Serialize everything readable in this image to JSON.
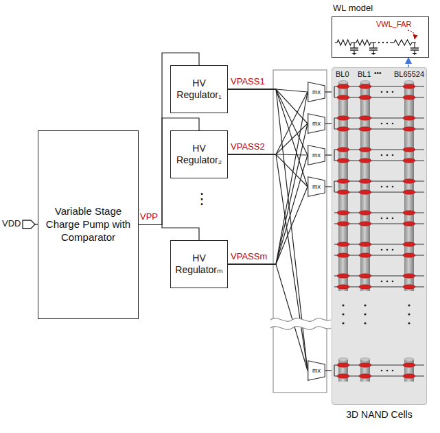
{
  "diagram": {
    "nodes": [
      {
        "text": [
          "Variable Stage Charge Pump with Comparator"
        ]
      },
      {
        "text": [
          "HV Regulator₁"
        ]
      },
      {
        "text": [
          "HV Regulator₂"
        ]
      },
      {
        "text": [
          "HV Regulatorₘ"
        ]
      },
      {
        "text": [
          "mx"
        ]
      },
      {
        "text": [
          "mx"
        ]
      },
      {
        "text": [
          "mx"
        ]
      },
      {
        "text": [
          "mx"
        ]
      },
      {
        "text": [
          "mx"
        ]
      },
      {
        "text": [
          "WL model"
        ]
      },
      {
        "text": [
          "3D NAND Cells"
        ]
      }
    ],
    "edges": [
      {
        "from": 0,
        "to": 1,
        "arrow": "none"
      },
      {
        "from": 0,
        "to": 2,
        "arrow": "none"
      },
      {
        "from": 0,
        "to": 3,
        "arrow": "none"
      },
      {
        "from": 1,
        "to": 4,
        "arrow": "none"
      },
      {
        "from": 1,
        "to": 5,
        "arrow": "none"
      },
      {
        "from": 1,
        "to": 6,
        "arrow": "none"
      },
      {
        "from": 1,
        "to": 7,
        "arrow": "none"
      },
      {
        "from": 1,
        "to": 8,
        "arrow": "none"
      },
      {
        "from": 2,
        "to": 4,
        "arrow": "none"
      },
      {
        "from": 2,
        "to": 5,
        "arrow": "none"
      },
      {
        "from": 2,
        "to": 6,
        "arrow": "none"
      },
      {
        "from": 2,
        "to": 7,
        "arrow": "none"
      },
      {
        "from": 2,
        "to": 8,
        "arrow": "none"
      },
      {
        "from": 3,
        "to": 4,
        "arrow": "none"
      },
      {
        "from": 3,
        "to": 5,
        "arrow": "none"
      },
      {
        "from": 3,
        "to": 6,
        "arrow": "none"
      },
      {
        "from": 3,
        "to": 7,
        "arrow": "none"
      },
      {
        "from": 3,
        "to": 8,
        "arrow": "none"
      },
      {
        "from": 4,
        "to": 10,
        "arrow": "none"
      },
      {
        "from": 5,
        "to": 10,
        "arrow": "none"
      },
      {
        "from": 6,
        "to": 10,
        "arrow": "none"
      },
      {
        "from": 7,
        "to": 10,
        "arrow": "none"
      },
      {
        "from": 8,
        "to": 10,
        "arrow": "none"
      },
      {
        "from": 10,
        "to": 9,
        "arrow": "to"
      }
    ],
    "labels": [
      "VDD",
      "VPP",
      "VPASS1",
      "VPASS2",
      "VPASSm",
      "⋮",
      "VWL_FAR",
      "BL0",
      "BL1",
      "•••",
      "BL65524"
    ]
  }
}
